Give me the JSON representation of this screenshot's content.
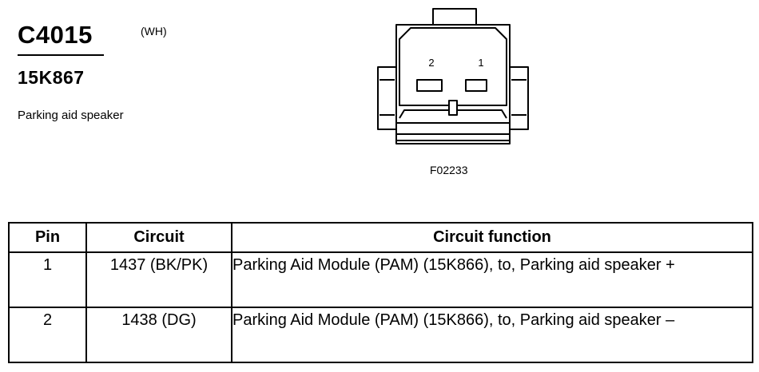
{
  "header": {
    "connector_id": "C4015",
    "color_code": "(WH)",
    "part_number": "15K867",
    "description": "Parking aid speaker"
  },
  "figure": {
    "code": "F02233",
    "pin_labels": [
      "2",
      "1"
    ]
  },
  "table": {
    "headers": {
      "pin": "Pin",
      "circuit": "Circuit",
      "function": "Circuit function"
    },
    "rows": [
      {
        "pin": "1",
        "circuit": "1437 (BK/PK)",
        "function": "Parking Aid Module (PAM) (15K866), to, Parking aid speaker +"
      },
      {
        "pin": "2",
        "circuit": "1438 (DG)",
        "function": "Parking Aid Module (PAM) (15K866), to, Parking aid speaker –"
      }
    ]
  }
}
